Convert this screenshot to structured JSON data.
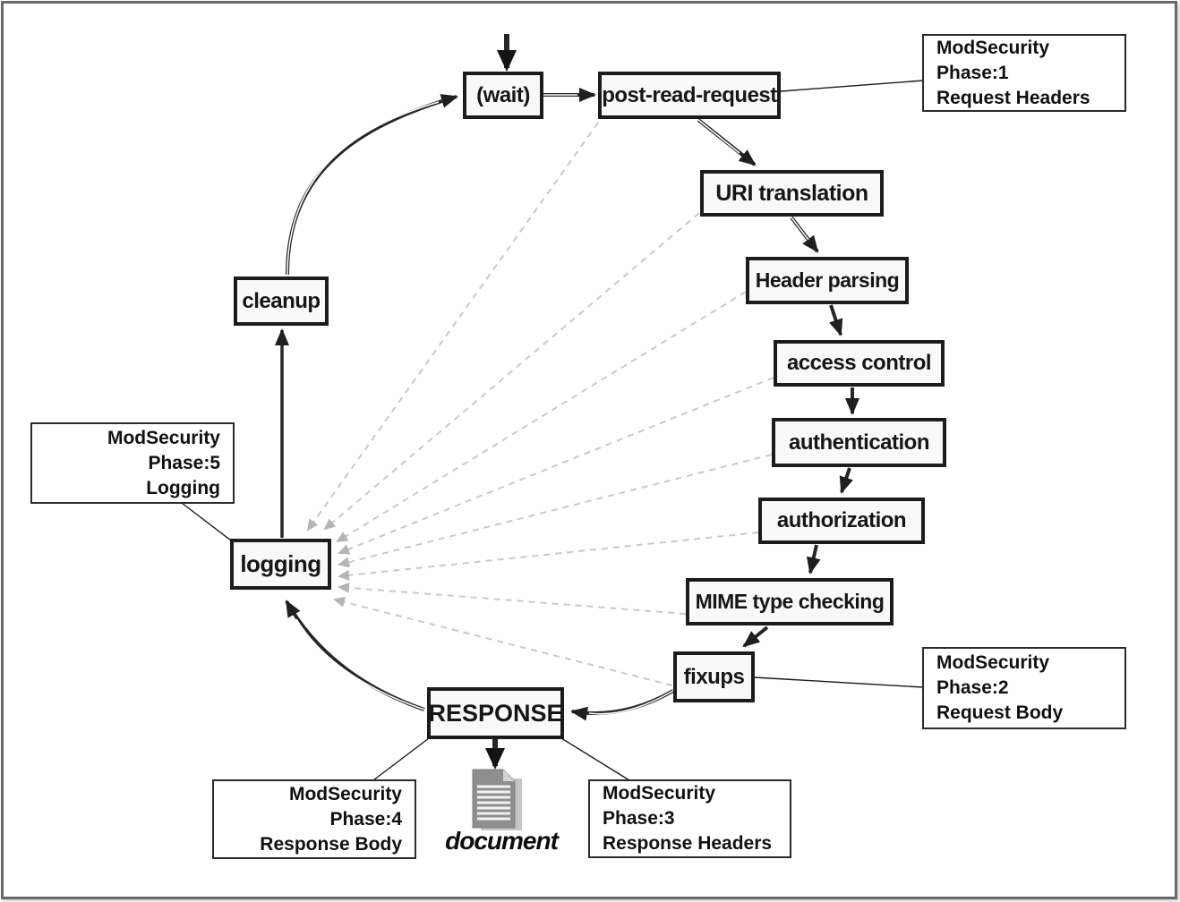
{
  "diagram": {
    "nodes": [
      {
        "id": "wait",
        "label": "(wait)"
      },
      {
        "id": "post-read-request",
        "label": "post-read-request"
      },
      {
        "id": "uri-translation",
        "label": "URI translation"
      },
      {
        "id": "header-parsing",
        "label": "Header parsing"
      },
      {
        "id": "access-control",
        "label": "access control"
      },
      {
        "id": "authentication",
        "label": "authentication"
      },
      {
        "id": "authorization",
        "label": "authorization"
      },
      {
        "id": "mime-type-checking",
        "label": "MIME type checking"
      },
      {
        "id": "fixups",
        "label": "fixups"
      },
      {
        "id": "response",
        "label": "RESPONSE"
      },
      {
        "id": "logging",
        "label": "logging"
      },
      {
        "id": "cleanup",
        "label": "cleanup"
      }
    ],
    "annotations": [
      {
        "id": "phase1",
        "line1": "ModSecurity Phase:1",
        "line2": "Request Headers",
        "attached_to": "post-read-request"
      },
      {
        "id": "phase2",
        "line1": "ModSecurity Phase:2",
        "line2": "Request Body",
        "attached_to": "fixups"
      },
      {
        "id": "phase3",
        "line1": "ModSecurity Phase:3",
        "line2": "Response Headers",
        "attached_to": "RESPONSE"
      },
      {
        "id": "phase4",
        "line1": "ModSecurity Phase:4",
        "line2": "Response Body",
        "attached_to": "RESPONSE"
      },
      {
        "id": "phase5",
        "line1": "ModSecurity Phase:5",
        "line2": "Logging",
        "attached_to": "logging"
      }
    ],
    "document_label": "document",
    "solid_flow": [
      "(wait)",
      "post-read-request",
      "URI translation",
      "Header parsing",
      "access control",
      "authentication",
      "authorization",
      "MIME type checking",
      "fixups",
      "RESPONSE"
    ],
    "other_solid_edges": [
      "RESPONSE → logging",
      "logging → cleanup",
      "cleanup → (wait)",
      "RESPONSE → document"
    ],
    "dashed_edges_to_logging": [
      "post-read-request",
      "URI translation",
      "Header parsing",
      "access control",
      "authentication",
      "authorization",
      "MIME type checking",
      "fixups"
    ],
    "colors": {
      "node_border": "#1c1c1c",
      "node_fill": "#f9f9f9",
      "connector": "#262626",
      "dashed_connector": "#c9c9c9",
      "dashed_arrowhead": "#b5b5b5",
      "annotation_border": "#2b2b2b",
      "background": "#ffffff",
      "document_icon_gray": "#8f8f8f"
    }
  }
}
